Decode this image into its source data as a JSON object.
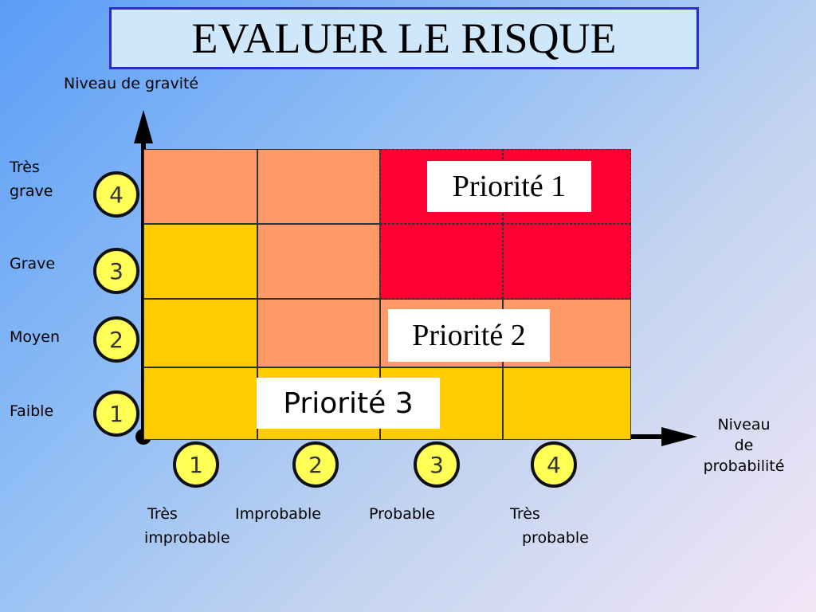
{
  "title": "EVALUER LE RISQUE",
  "y_axis_label": "Niveau de gravité",
  "x_axis_label": [
    "Niveau",
    "de",
    "probabilité"
  ],
  "gravity_levels": [
    {
      "number": "4",
      "label_lines": [
        "Très",
        "grave"
      ]
    },
    {
      "number": "3",
      "label_lines": [
        "Grave"
      ]
    },
    {
      "number": "2",
      "label_lines": [
        "Moyen"
      ]
    },
    {
      "number": "1",
      "label_lines": [
        "Faible"
      ]
    }
  ],
  "probability_levels": [
    {
      "number": "1",
      "label_lines": [
        "Très",
        "improbable"
      ]
    },
    {
      "number": "2",
      "label_lines": [
        "Improbable"
      ]
    },
    {
      "number": "3",
      "label_lines": [
        "Probable"
      ]
    },
    {
      "number": "4",
      "label_lines": [
        "Très",
        "probable"
      ]
    }
  ],
  "priorities": {
    "p1": "Priorité 1",
    "p2": "Priorité 2",
    "p3": "Priorité 3"
  },
  "colors": {
    "priority1": "#ff0033",
    "priority2": "#ff9966",
    "priority3": "#ffcc00",
    "circle_fill": "#ffff55",
    "title_border": "#2b2bd1",
    "title_fill": "#cfe7fb"
  },
  "matrix": [
    [
      "p2",
      "p2",
      "p1",
      "p1"
    ],
    [
      "p3",
      "p2",
      "p1",
      "p1"
    ],
    [
      "p3",
      "p2",
      "p2",
      "p2"
    ],
    [
      "p3",
      "p3",
      "p3",
      "p3"
    ]
  ]
}
